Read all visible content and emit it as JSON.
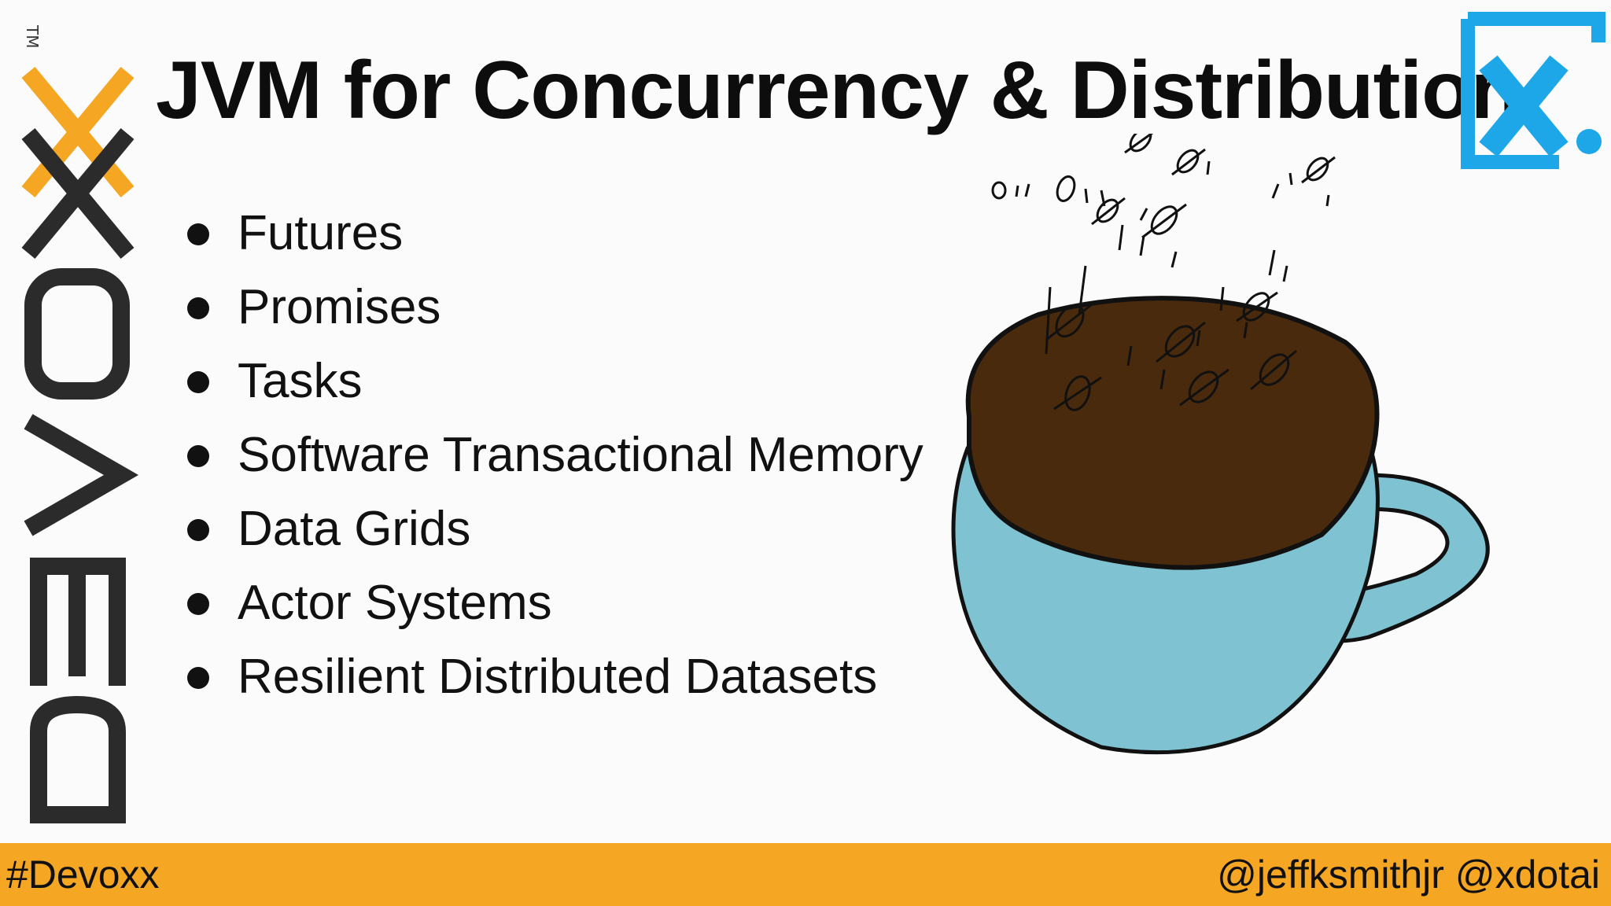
{
  "slide": {
    "title": "JVM for Concurrency & Distribution",
    "bullets": [
      "Futures",
      "Promises",
      "Tasks",
      "Software Transactional Memory",
      "Data Grids",
      "Actor Systems",
      "Resilient Distributed Datasets"
    ]
  },
  "brand": {
    "name": "DEVOXX",
    "trademark": "TM",
    "corner_logo_letter": "X.",
    "colors": {
      "accent_orange": "#f5a623",
      "logo_blue": "#1ea7e8",
      "dark": "#2b2b2b"
    }
  },
  "illustration": {
    "icon": "coffee-cup-with-steam-icon",
    "cup_color": "#7fc2d2",
    "coffee_color": "#4a2a0c"
  },
  "footer": {
    "hashtag": "#Devoxx",
    "handles": "@jeffksmithjr @xdotai"
  }
}
